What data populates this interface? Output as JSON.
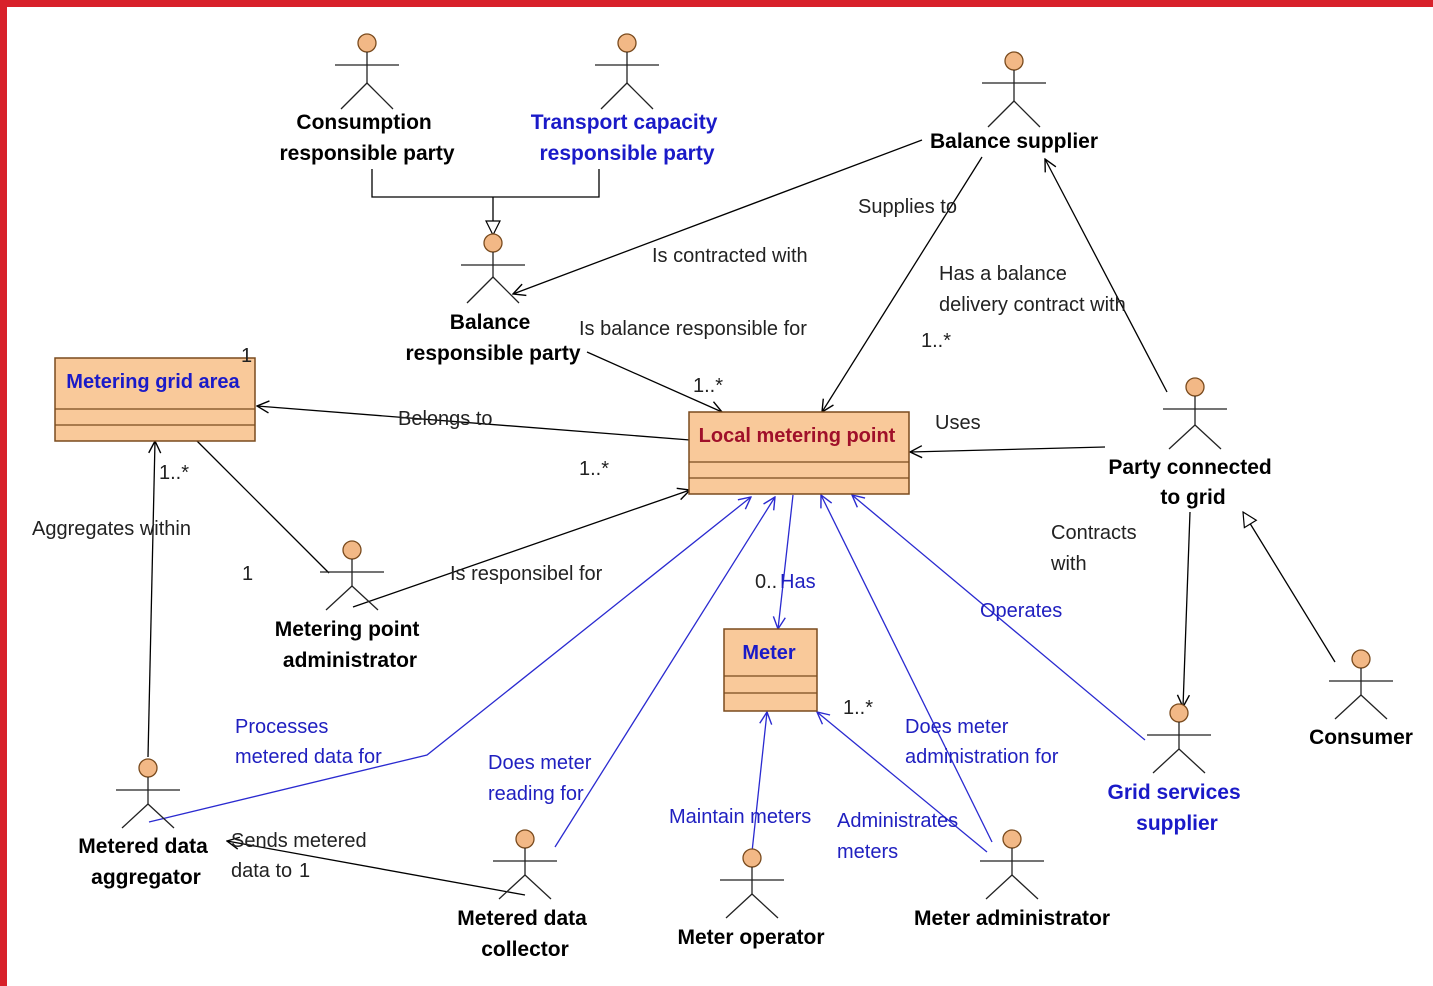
{
  "actors": {
    "consumption": {
      "line1": "Consumption",
      "line2": "responsible party"
    },
    "transport": {
      "line1": "Transport capacity",
      "line2": "responsible party"
    },
    "balance_supplier": {
      "line1": "Balance supplier"
    },
    "balance_responsible": {
      "line1": "Balance",
      "line2": "responsible party"
    },
    "party_connected": {
      "line1": "Party connected",
      "line2": "to grid"
    },
    "metering_point_admin": {
      "line1": "Metering point",
      "line2": "administrator"
    },
    "metered_data_aggregator": {
      "line1": "Metered data",
      "line2": "aggregator"
    },
    "metered_data_collector": {
      "line1": "Metered data",
      "line2": "collector"
    },
    "meter_operator": {
      "line1": "Meter operator"
    },
    "meter_administrator": {
      "line1": "Meter administrator"
    },
    "grid_services": {
      "line1": "Grid services",
      "line2": "supplier"
    },
    "consumer": {
      "line1": "Consumer"
    }
  },
  "classes": {
    "metering_grid_area": {
      "title": "Metering grid area"
    },
    "local_metering_point": {
      "title": "Local metering point"
    },
    "meter": {
      "title": "Meter"
    }
  },
  "relations": {
    "supplies_to": "Supplies to",
    "is_contracted_with": "Is contracted with",
    "has_balance_l1": "Has a balance",
    "has_balance_l2": "delivery contract with",
    "is_balance_responsible_for": "Is balance responsible for",
    "belongs_to": "Belongs to",
    "uses": "Uses",
    "aggregates_within": "Aggregates within",
    "is_responsible_for": "Is responsibel for",
    "contracts_l1": "Contracts",
    "contracts_l2": "with",
    "has": "Has",
    "operates": "Operates",
    "processes_l1": "Processes",
    "processes_l2": "metered data for",
    "reading_l1": "Does meter",
    "reading_l2": "reading for",
    "admin_for_l1": "Does meter",
    "admin_for_l2": "administration for",
    "maintain_meters": "Maintain meters",
    "administrates_l1": "Administrates",
    "administrates_l2": "meters",
    "sends_l1": "Sends metered",
    "sends_l2": "data to"
  },
  "multiplicities": {
    "grid_area_1_top": "1",
    "grid_area_1_bottom": "1",
    "grid_area_many": "1..*",
    "lmp_many_left": "1..*",
    "lmp_many_top": "1..*",
    "supplier_many": "1..*",
    "meter_zero": "0..",
    "meter_many": "1..*",
    "sends_1": "1"
  },
  "colors": {
    "class_fill": "#f9c99a",
    "class_border": "#7a4b1e",
    "actor_head": "#f2b886",
    "blue_text": "#1a1ac8",
    "dark_red_text": "#a0102a",
    "blue_line": "#2a2ad0"
  }
}
